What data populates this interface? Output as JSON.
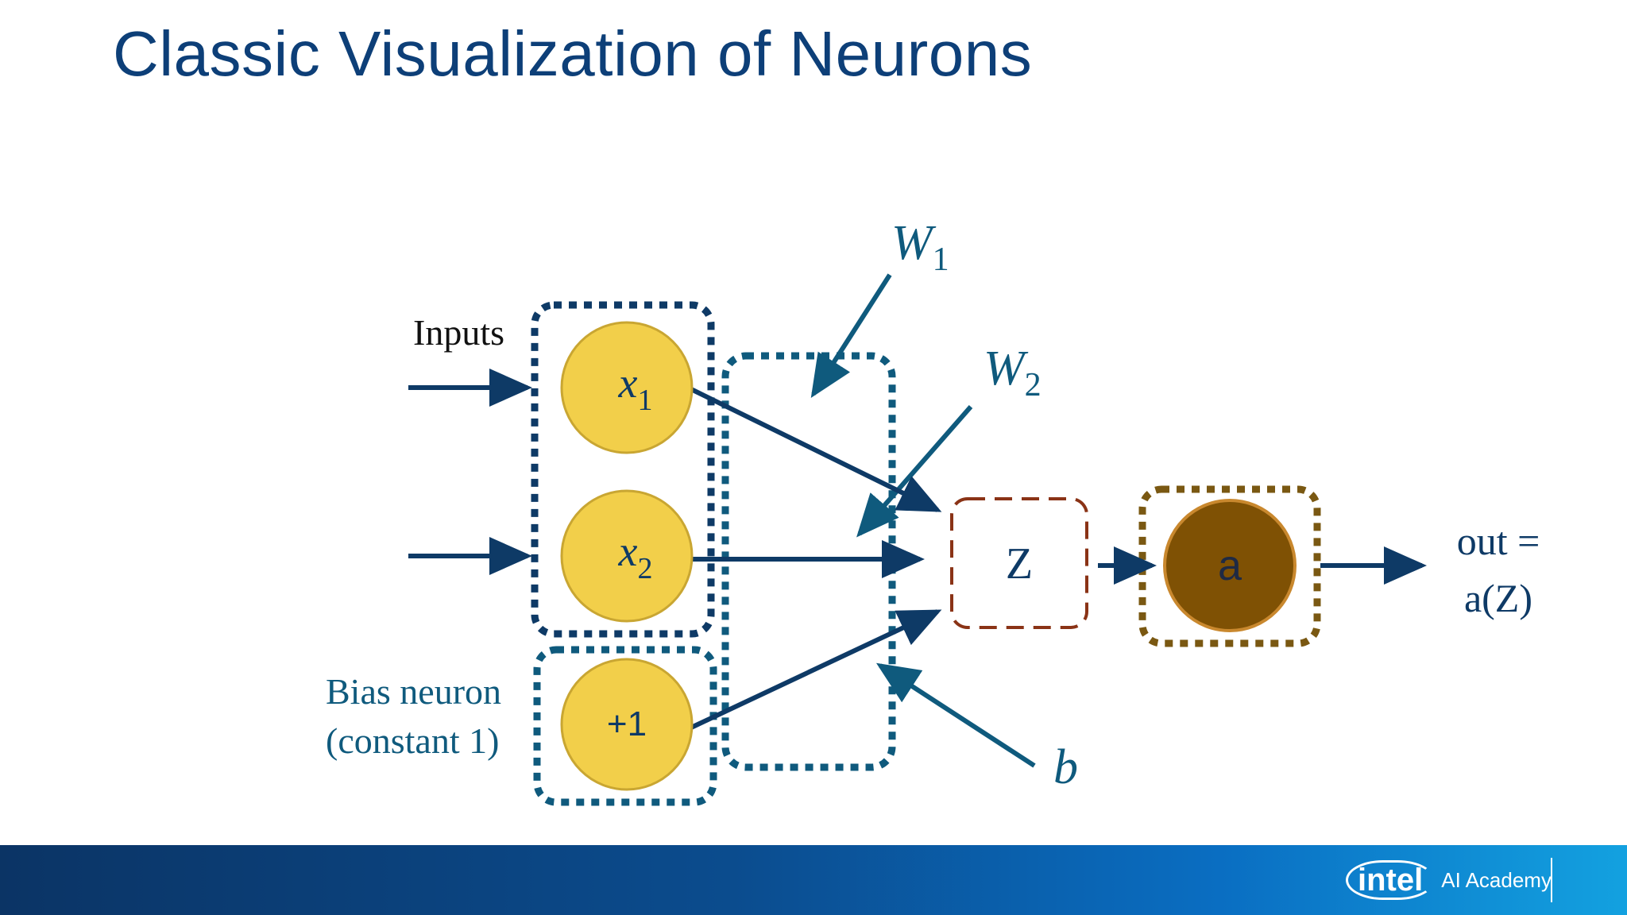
{
  "slide": {
    "title": "Classic Visualization of Neurons"
  },
  "diagram": {
    "labels": {
      "inputs": "Inputs",
      "bias_line1": "Bias neuron",
      "bias_line2": "(constant 1)",
      "output_line1": "out =",
      "output_line2": "a(Z)"
    },
    "nodes": {
      "x1": {
        "base": "x",
        "sub": "1"
      },
      "x2": {
        "base": "x",
        "sub": "2"
      },
      "bias": "+1",
      "z": "Z",
      "activation": "a"
    },
    "weights": {
      "w1": {
        "base": "W",
        "sub": "1"
      },
      "w2": {
        "base": "W",
        "sub": "2"
      },
      "b": "b"
    },
    "colors": {
      "node_fill": "#f2cf4a",
      "node_stroke": "#c9a632",
      "activation_fill": "#7f5104",
      "activation_stroke": "#c9882e",
      "dark_blue": "#0e3a66",
      "teal": "#0f5a7d",
      "z_border": "#8a3316",
      "activation_border": "#7a5812",
      "title": "#0d3f78"
    }
  },
  "footer": {
    "brand": "intel",
    "program": "AI Academy"
  }
}
